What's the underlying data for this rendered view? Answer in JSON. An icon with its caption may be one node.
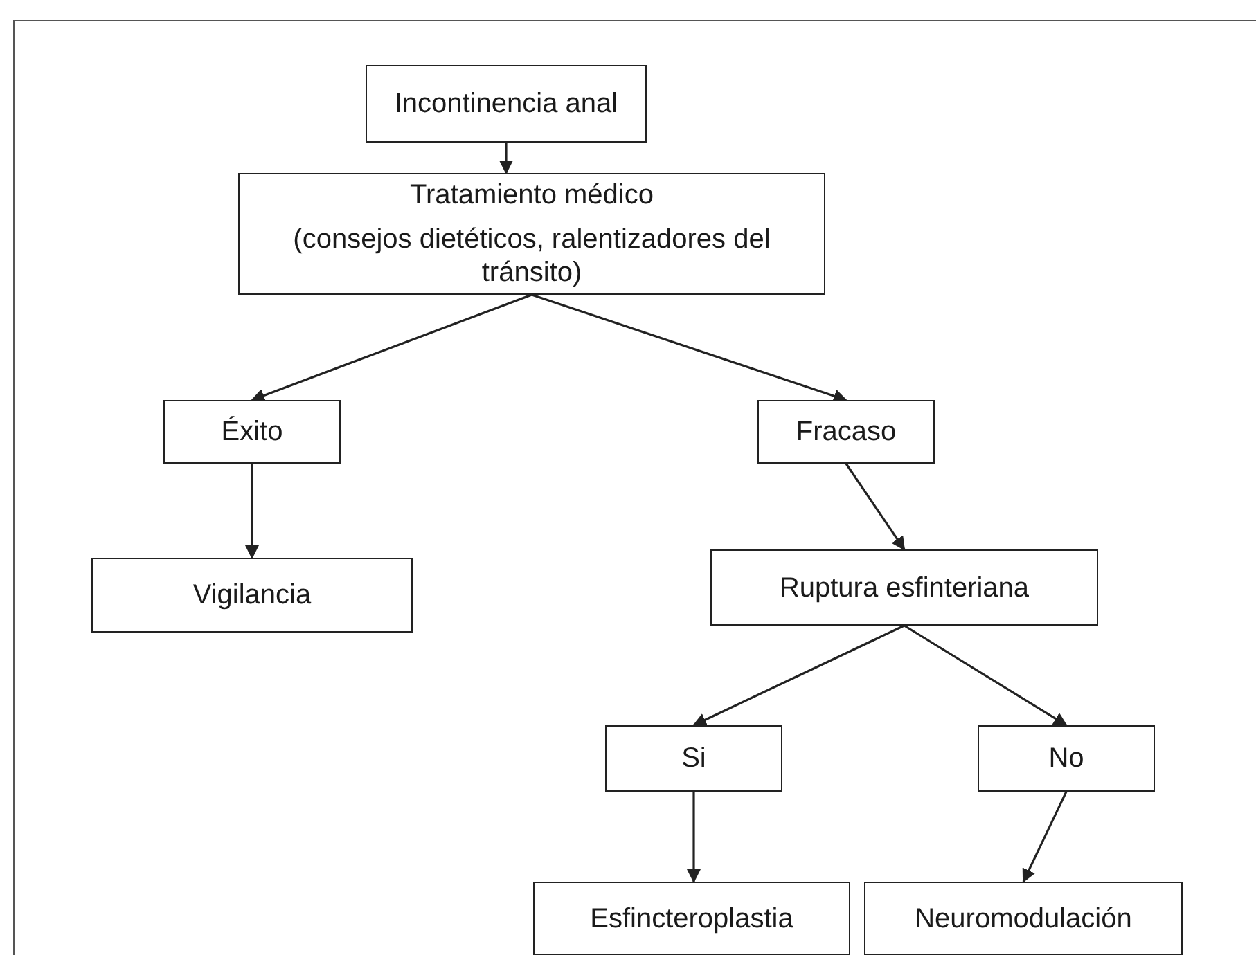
{
  "diagram": {
    "nodes": [
      {
        "text": [
          "Incontinencia anal"
        ]
      },
      {
        "text": [
          "Tratamiento médico",
          "(consejos dietéticos, ralentizadores del tránsito)"
        ]
      },
      {
        "text": [
          "Éxito"
        ]
      },
      {
        "text": [
          "Fracaso"
        ]
      },
      {
        "text": [
          "Vigilancia"
        ]
      },
      {
        "text": [
          "Ruptura esfinteriana"
        ]
      },
      {
        "text": [
          "Si"
        ]
      },
      {
        "text": [
          "No"
        ]
      },
      {
        "text": [
          "Esfincteroplastia"
        ]
      },
      {
        "text": [
          "Neuromodulación"
        ]
      }
    ],
    "edges": [
      {
        "from": 0,
        "to": 1,
        "arrow": "to"
      },
      {
        "from": 1,
        "to": 2,
        "arrow": "to"
      },
      {
        "from": 1,
        "to": 3,
        "arrow": "to"
      },
      {
        "from": 2,
        "to": 4,
        "arrow": "to"
      },
      {
        "from": 3,
        "to": 5,
        "arrow": "to"
      },
      {
        "from": 5,
        "to": 6,
        "arrow": "to"
      },
      {
        "from": 5,
        "to": 7,
        "arrow": "to"
      },
      {
        "from": 6,
        "to": 8,
        "arrow": "to"
      },
      {
        "from": 7,
        "to": 9,
        "arrow": "to"
      }
    ]
  }
}
